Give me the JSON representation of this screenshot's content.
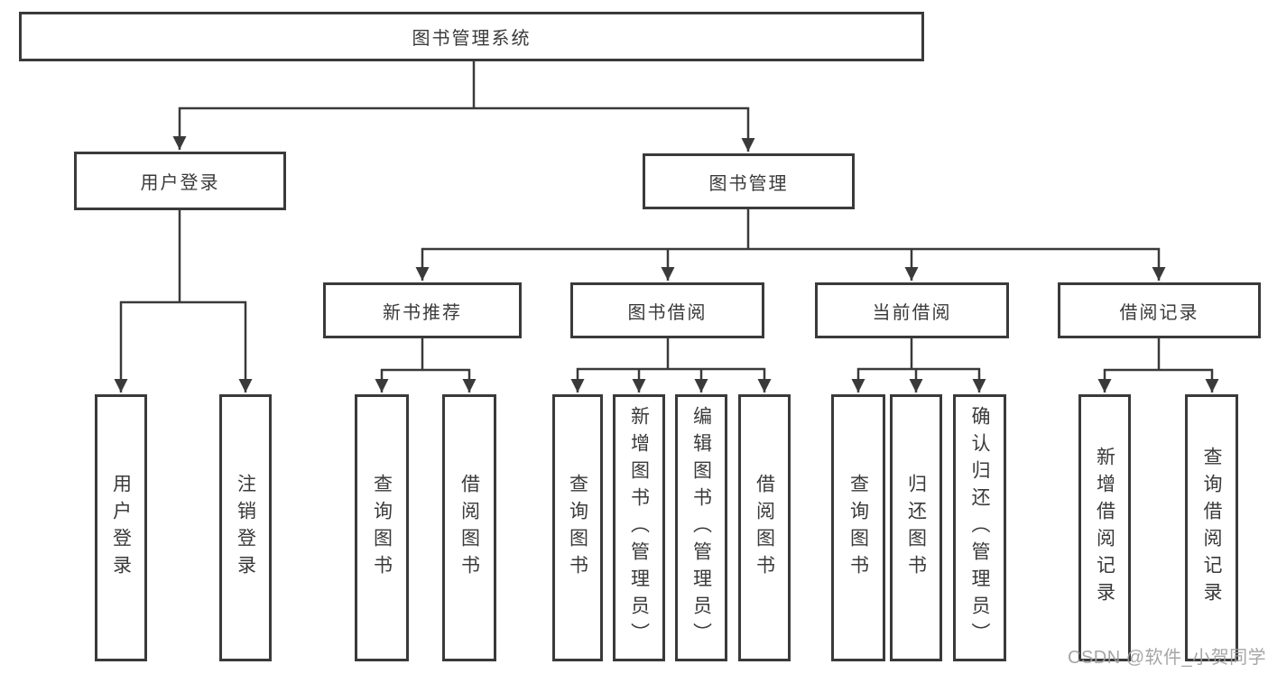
{
  "tree": {
    "root": {
      "label": "图书管理系统",
      "children": [
        {
          "label": "用户登录",
          "children": [
            {
              "label": "用户登录"
            },
            {
              "label": "注销登录"
            }
          ]
        },
        {
          "label": "图书管理",
          "children": [
            {
              "label": "新书推荐",
              "children": [
                {
                  "label": "查询图书"
                },
                {
                  "label": "借阅图书"
                }
              ]
            },
            {
              "label": "图书借阅",
              "children": [
                {
                  "label": "查询图书"
                },
                {
                  "label": "新增图书（管理员）"
                },
                {
                  "label": "编辑图书（管理员）"
                },
                {
                  "label": "借阅图书"
                }
              ]
            },
            {
              "label": "当前借阅",
              "children": [
                {
                  "label": "查询图书"
                },
                {
                  "label": "归还图书"
                },
                {
                  "label": "确认归还（管理员）"
                }
              ]
            },
            {
              "label": "借阅记录",
              "children": [
                {
                  "label": "新增借阅记录"
                },
                {
                  "label": "查询借阅记录"
                }
              ]
            }
          ]
        }
      ]
    }
  },
  "watermark": {
    "text": "CSDN @软件_小贺同学"
  },
  "colors": {
    "line": "#3a3a3a",
    "text": "#3a3a3a",
    "background": "#ffffff",
    "watermark": "#9e9e9e"
  }
}
